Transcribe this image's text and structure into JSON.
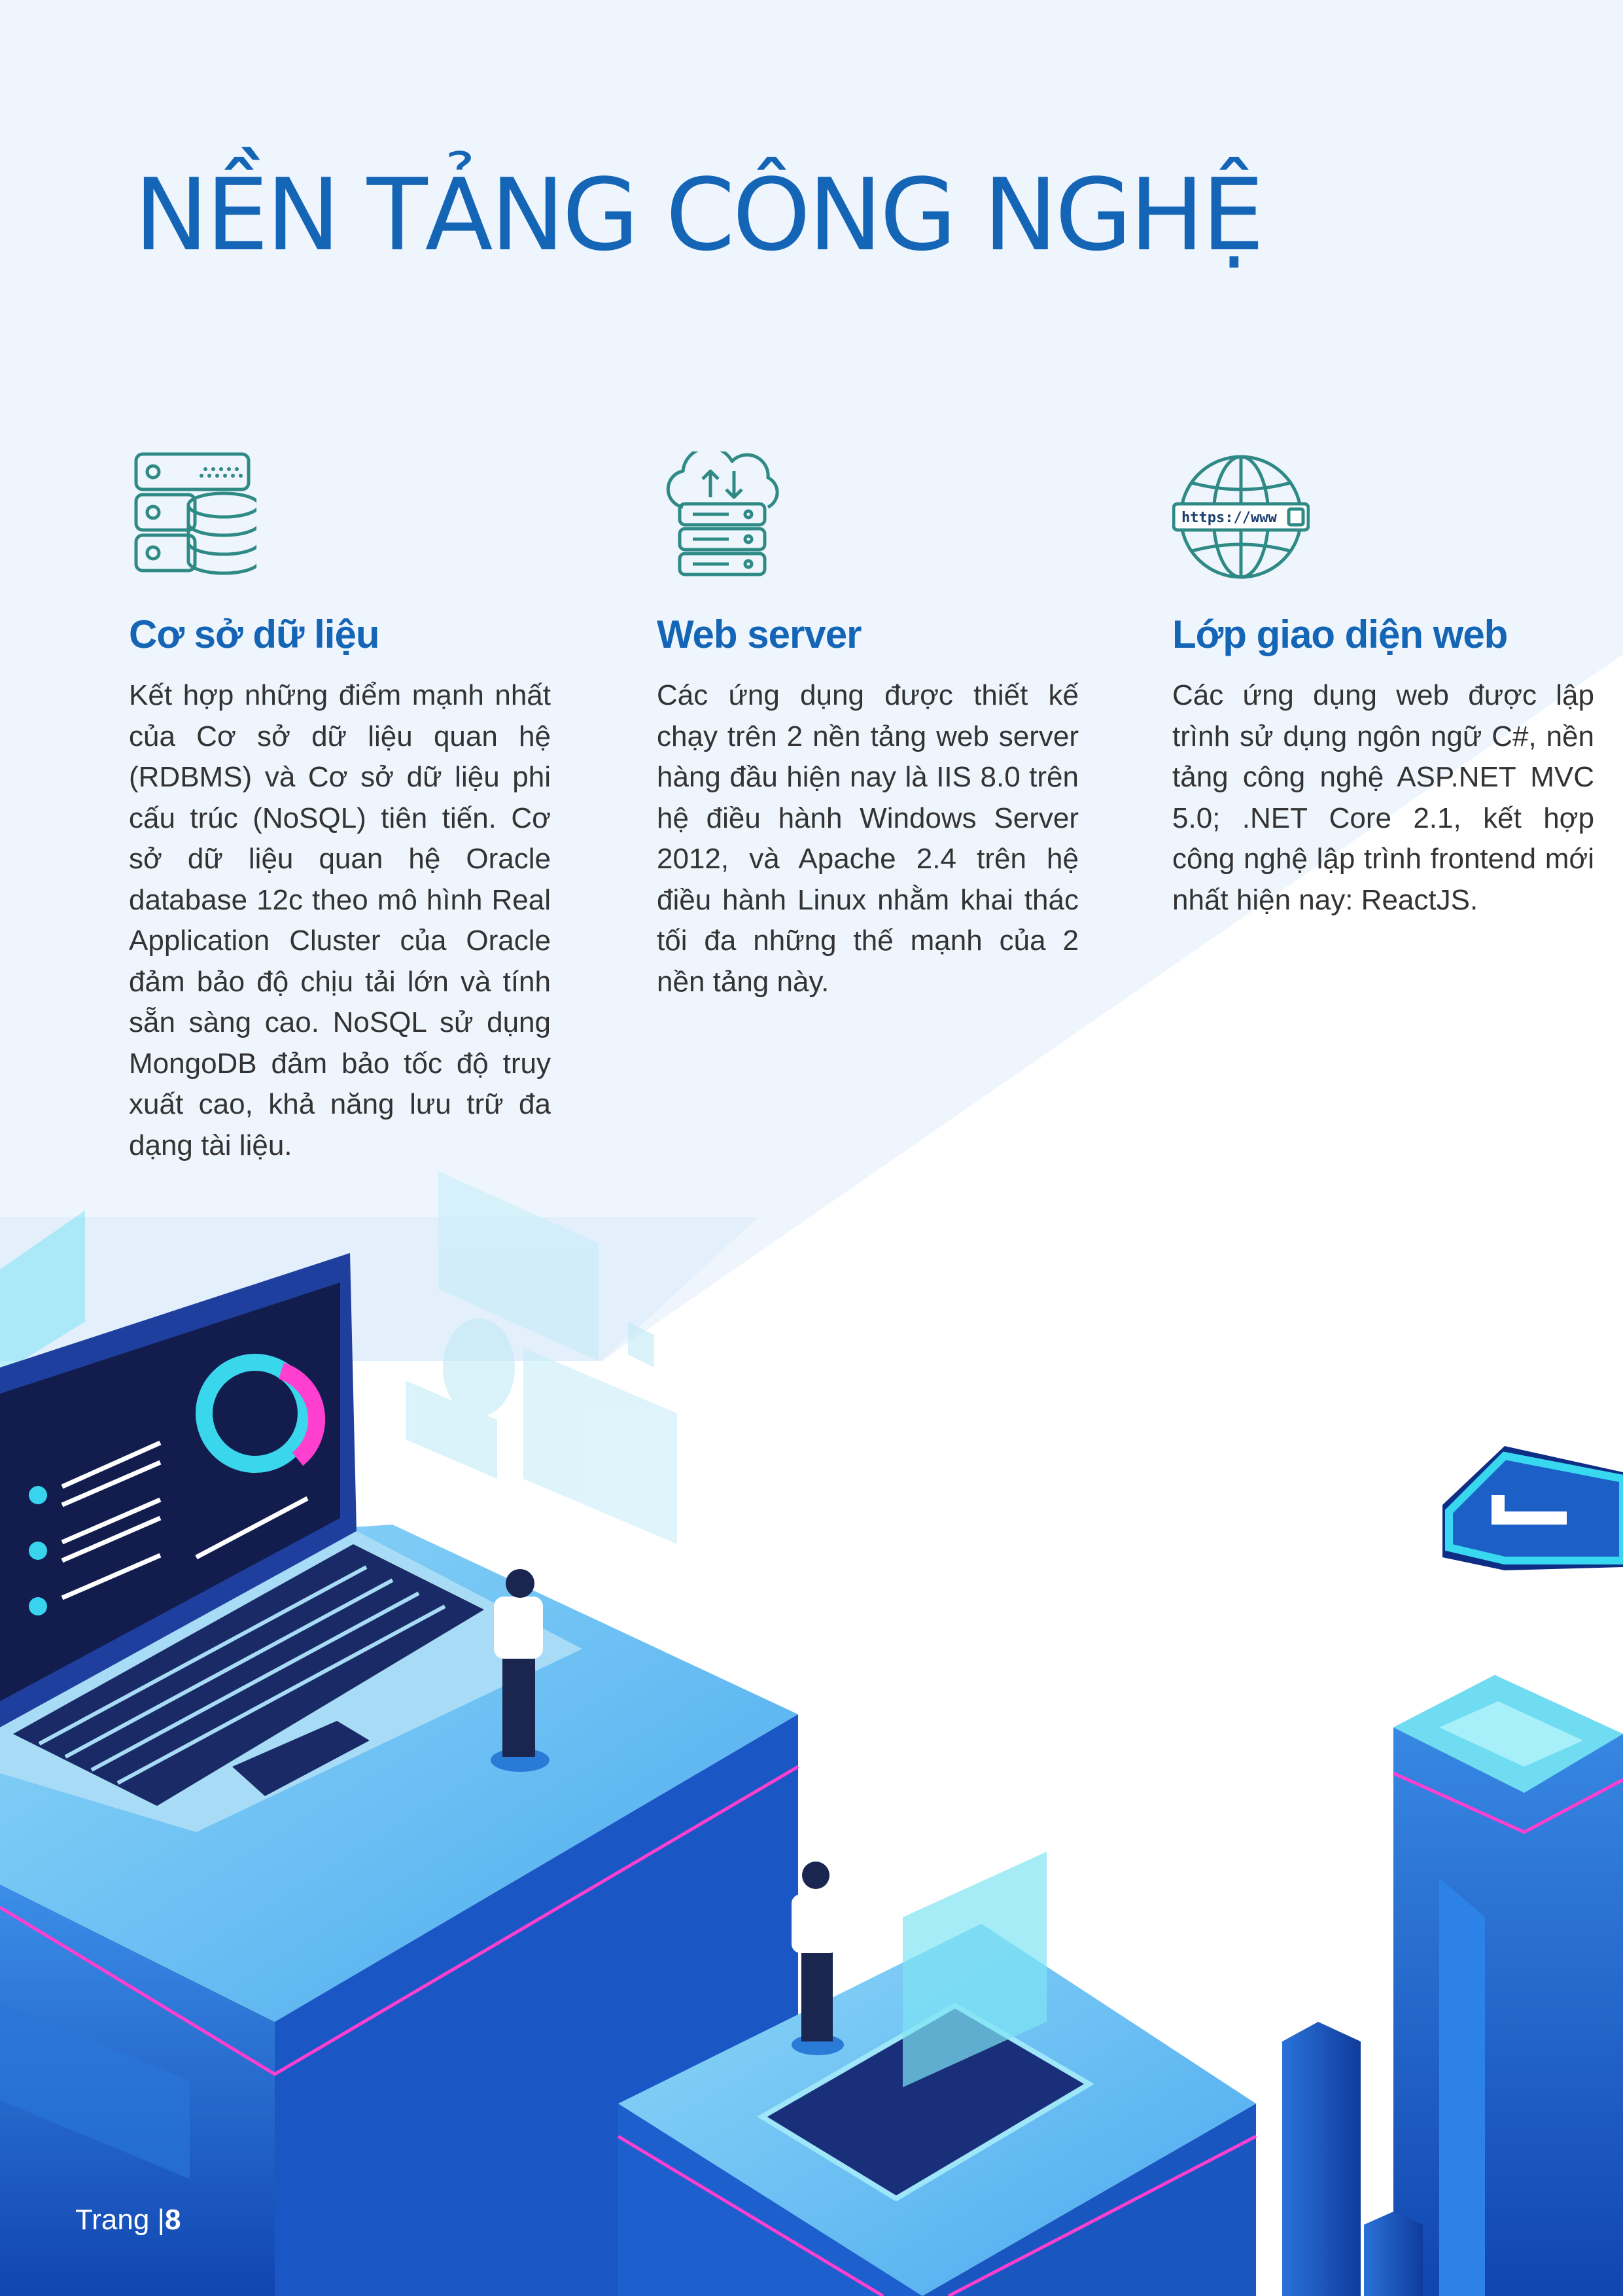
{
  "page": {
    "title": "NỀN TẢNG CÔNG NGHỆ"
  },
  "columns": [
    {
      "heading": "Cơ sở dữ liệu",
      "icon": "database-server-icon",
      "text": "Kết hợp những điểm mạnh nhất của Cơ sở dữ liệu quan hệ (RDBMS) và Cơ sở dữ liệu phi cấu trúc (NoSQL) tiên tiến. Cơ sở dữ liệu quan hệ Oracle database 12c theo mô hình Real Application Cluster của Oracle đảm bảo độ chịu tải lớn và tính sẵn sàng cao. NoSQL sử dụng MongoDB đảm bảo tốc độ truy xuất cao, khả năng lưu trữ đa dạng tài liệu."
    },
    {
      "heading": "Web server",
      "icon": "cloud-server-icon",
      "text": "Các ứng dụng được thiết kế chạy trên 2 nền tảng web server hàng đầu hiện nay là IIS 8.0 trên hệ điều hành Windows Server 2012, và Apache 2.4 trên hệ điều hành Linux nhằm khai thác tối đa những thế mạnh của 2 nền tảng này."
    },
    {
      "heading": "Lớp giao diện web",
      "icon": "globe-www-icon",
      "icon_label": "https://www",
      "text": "Các ứng dụng web được lập trình sử dụng ngôn ngữ C#, nền tảng công nghệ ASP.NET MVC 5.0; .NET Core 2.1, kết hợp công nghệ lập trình frontend mới nhất hiện nay: ReactJS."
    }
  ],
  "footer": {
    "label": "Trang",
    "separator": "|",
    "page_number": "8"
  },
  "colors": {
    "title": "#1565b6",
    "heading": "#1565b6",
    "body_text": "#333333",
    "icon_stroke": "#2f8a86",
    "background_top": "#eef5fd",
    "accent_pink": "#ff3fd0"
  }
}
